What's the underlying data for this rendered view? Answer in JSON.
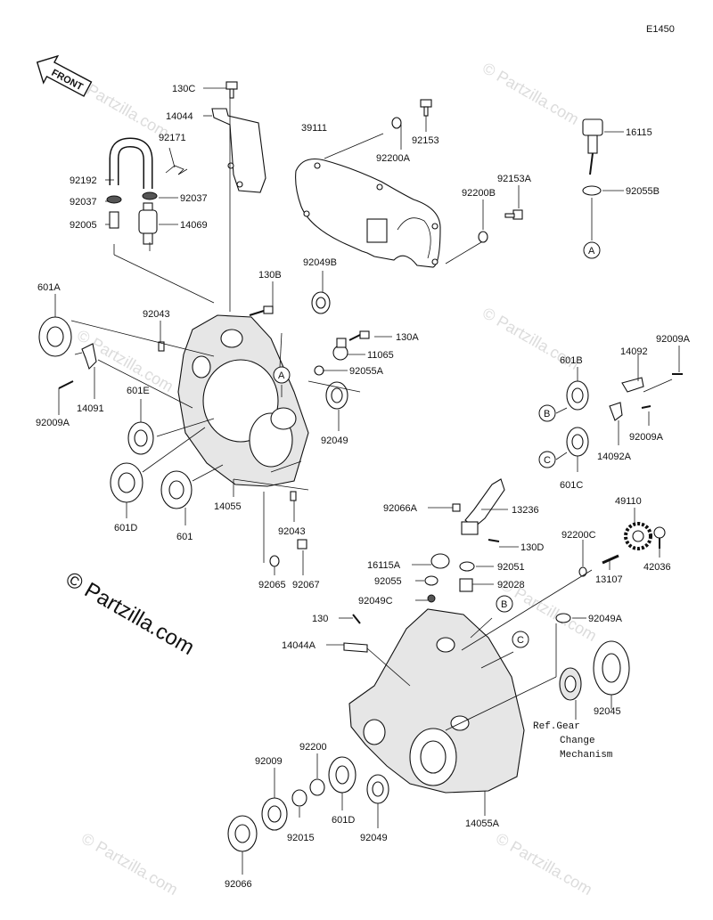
{
  "diagram_id": "E1450",
  "front_label": "FRONT",
  "watermark": "© Partzilla.com",
  "watermark_small": "© Partzilla.com",
  "ref_note": [
    "Ref.Gear",
    "Change",
    "Mechanism"
  ],
  "labels": {
    "l130C": "130C",
    "l14044": "14044",
    "l92171": "92171",
    "l92192": "92192",
    "l92037a": "92037",
    "l92037b": "92037",
    "l92005": "92005",
    "l14069": "14069",
    "l39111": "39111",
    "l92200A": "92200A",
    "l92153": "92153",
    "l92200B": "92200B",
    "l92153A": "92153A",
    "l16115": "16115",
    "l92055B": "92055B",
    "lA1": "A",
    "l130B": "130B",
    "l92049B": "92049B",
    "l601A": "601A",
    "l92043a": "92043",
    "l130A": "130A",
    "l11065": "11065",
    "l92055A": "92055A",
    "lA2": "A",
    "l92009Aa": "92009A",
    "l14091": "14091",
    "l601E": "601E",
    "l92049a": "92049",
    "l601D": "601D",
    "l601": "601",
    "l14055": "14055",
    "l92043b": "92043",
    "l92065": "92065",
    "l92067": "92067",
    "l601B": "601B",
    "l14092": "14092",
    "l92009Ab": "92009A",
    "lB1": "B",
    "l92009Ac": "92009A",
    "l14092A": "14092A",
    "lC1": "C",
    "l601C": "601C",
    "l49110": "49110",
    "l42036": "42036",
    "l92066A": "92066A",
    "l13236": "13236",
    "l130D": "130D",
    "l92200C": "92200C",
    "l16115A": "16115A",
    "l92051": "92051",
    "l92055": "92055",
    "l92028": "92028",
    "l13107": "13107",
    "l92049C": "92049C",
    "lB2": "B",
    "l130": "130",
    "l92049A": "92049A",
    "l14044A": "14044A",
    "lC2": "C",
    "l92045": "92045",
    "l92200": "92200",
    "l92009": "92009",
    "l92015": "92015",
    "l601D2": "601D",
    "l92049b": "92049",
    "l14055A": "14055A",
    "l92066": "92066"
  }
}
